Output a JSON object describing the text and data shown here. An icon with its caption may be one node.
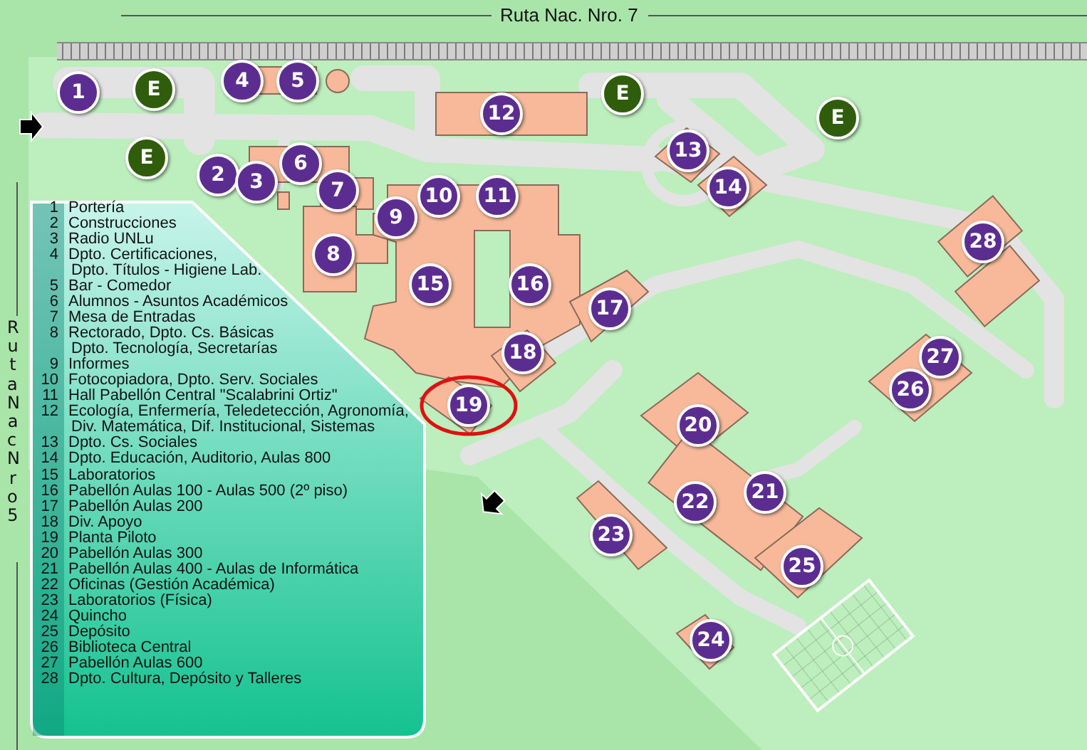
{
  "diagram": {
    "nodes": [
      {
        "text": [
          "1"
        ]
      },
      {
        "text": [
          "2"
        ]
      },
      {
        "text": [
          "3"
        ]
      },
      {
        "text": [
          "4"
        ]
      },
      {
        "text": [
          "5"
        ]
      },
      {
        "text": [
          "6"
        ]
      },
      {
        "text": [
          "7"
        ]
      },
      {
        "text": [
          "8"
        ]
      },
      {
        "text": [
          "9"
        ]
      },
      {
        "text": [
          "10"
        ]
      },
      {
        "text": [
          "11"
        ]
      },
      {
        "text": [
          "12"
        ]
      },
      {
        "text": [
          "13"
        ]
      },
      {
        "text": [
          "14"
        ]
      },
      {
        "text": [
          "15"
        ]
      },
      {
        "text": [
          "16"
        ]
      },
      {
        "text": [
          "17"
        ]
      },
      {
        "text": [
          "18"
        ]
      },
      {
        "text": [
          "19"
        ]
      },
      {
        "text": [
          "20"
        ]
      },
      {
        "text": [
          "21"
        ]
      },
      {
        "text": [
          "22"
        ]
      },
      {
        "text": [
          "23"
        ]
      },
      {
        "text": [
          "24"
        ]
      },
      {
        "text": [
          "25"
        ]
      },
      {
        "text": [
          "26"
        ]
      },
      {
        "text": [
          "27"
        ]
      },
      {
        "text": [
          "28"
        ]
      },
      {
        "text": [
          "E"
        ]
      },
      {
        "text": [
          "E"
        ]
      },
      {
        "text": [
          "E"
        ]
      },
      {
        "text": [
          "E"
        ]
      }
    ],
    "labels": [
      "Ruta Nac. Nro. 7",
      "Ruta Nac Nro 5",
      "1",
      "Portería",
      "2",
      "Construcciones",
      "3",
      "Radio UNLu",
      "4",
      "Dpto. Certificaciones,",
      "Dpto. Títulos - Higiene Lab.",
      "5",
      "Bar - Comedor",
      "6",
      "Alumnos - Asuntos Académicos",
      "7",
      "Mesa de Entradas",
      "8",
      "Rectorado, Dpto. Cs. Básicas",
      "Dpto. Tecnología, Secretarías",
      "9",
      "Informes",
      "10",
      "Fotocopiadora, Dpto. Serv. Sociales",
      "11",
      "Hall Pabellón Central \"Scalabrini Ortiz\"",
      "12",
      "Ecología, Enfermería, Teledetección, Agronomía,",
      "Div. Matemática, Dif. Institucional, Sistemas",
      "13",
      "Dpto. Cs. Sociales",
      "14",
      "Dpto. Educación, Auditorio, Aulas 800",
      "15",
      "Laboratorios",
      "16",
      "Pabellón Aulas 100 - Aulas 500 (2º piso)",
      "17",
      "Pabellón Aulas 200",
      "18",
      "Div. Apoyo",
      "19",
      "Planta Piloto",
      "20",
      "Pabellón Aulas 300",
      "21",
      "Pabellón Aulas 400 - Aulas de Informática",
      "22",
      "Oficinas (Gestión Académica)",
      "23",
      "Laboratorios (Física)",
      "24",
      "Quincho",
      "25",
      "Depósito",
      "26",
      "Biblioteca Central",
      "27",
      "Pabellón Aulas 600",
      "28",
      "Dpto. Cultura, Depósito y Talleres"
    ]
  }
}
